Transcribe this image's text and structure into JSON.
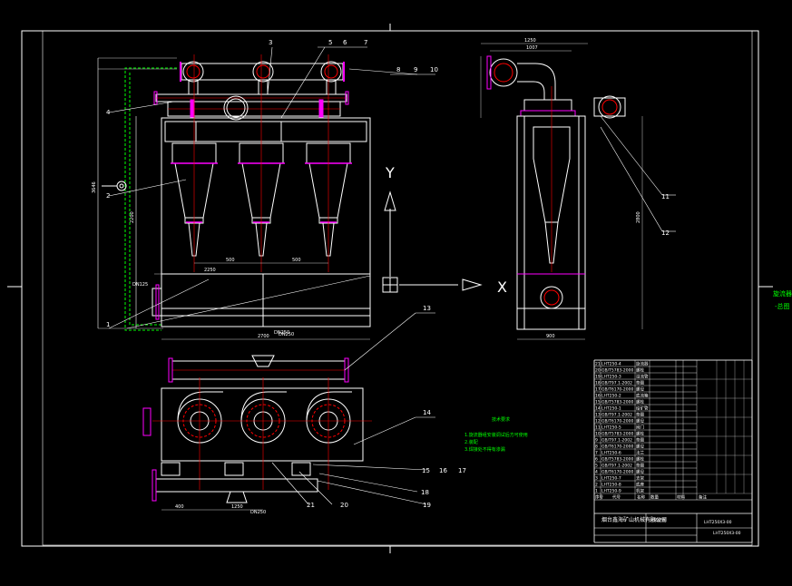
{
  "drawing": {
    "part_callouts": [
      "1",
      "2",
      "3",
      "4",
      "5",
      "6",
      "7",
      "8",
      "9",
      "10",
      "11",
      "12",
      "13",
      "14",
      "15",
      "16",
      "17",
      "18",
      "19",
      "20",
      "21"
    ],
    "axis_labels": {
      "y": "Y",
      "x": "X"
    },
    "dimensions": {
      "front_height": "3646",
      "front_height_inner": "2200",
      "front_spacing_1": "500",
      "front_spacing_2": "500",
      "front_base_label": "2250",
      "front_base_width": "2700",
      "front_inlet": "DN250",
      "front_outlet": "DN125",
      "side_top_width": "1250",
      "side_top_width_2": "1007",
      "side_height": "2800",
      "side_base_width": "900",
      "plan_width_1": "400",
      "plan_width_2": "1250",
      "plan_outlet": "DN250"
    },
    "notes": {
      "title": "技术要求",
      "lines": [
        "1.旋流器组安装调试后方可使用",
        "2.装配",
        "3.焊接处不得有渗漏"
      ]
    },
    "side_note": [
      "旋流器组",
      "-总图"
    ]
  },
  "title_block": {
    "rows": [
      {
        "code": "LHT250-4",
        "name": "旋流器"
      },
      {
        "code": "GB/T5783-2000",
        "name": "螺栓"
      },
      {
        "code": "LHT250-3",
        "name": "溢流管"
      },
      {
        "code": "GB/T97.1-2002",
        "name": "垫圈"
      },
      {
        "code": "GB/T6170-2000",
        "name": "螺母"
      },
      {
        "code": "LHT250-2",
        "name": "底流箱"
      },
      {
        "code": "GB/T5783-2000",
        "name": "螺栓"
      },
      {
        "code": "LHT250-1",
        "name": "给矿管"
      },
      {
        "code": "GB/T97.1-2002",
        "name": "垫圈"
      },
      {
        "code": "GB/T6170-2000",
        "name": "螺母"
      },
      {
        "code": "LHT250-5",
        "name": "阀门"
      },
      {
        "code": "GB/T5783-2000",
        "name": "螺栓"
      },
      {
        "code": "GB/T97.1-2002",
        "name": "垫圈"
      },
      {
        "code": "GB/T6170-2000",
        "name": "螺母"
      },
      {
        "code": "LHT250-6",
        "name": "法兰"
      },
      {
        "code": "GB/T5783-2000",
        "name": "螺栓"
      },
      {
        "code": "GB/T97.1-2002",
        "name": "垫圈"
      },
      {
        "code": "GB/T6170-2000",
        "name": "螺母"
      },
      {
        "code": "LHT250-7",
        "name": "支架"
      },
      {
        "code": "LHT250-8",
        "name": "底座"
      },
      {
        "code": "LHT250-9",
        "name": "机架"
      }
    ],
    "header": [
      "序号",
      "代号",
      "名称",
      "数量",
      "材料",
      "备注"
    ],
    "company": "烟台鑫海矿山机械有限公司",
    "drawing_name": "总装配图",
    "drawing_no": "LHT250X3-00",
    "drawing_no_2": "LHT250X3-00"
  }
}
